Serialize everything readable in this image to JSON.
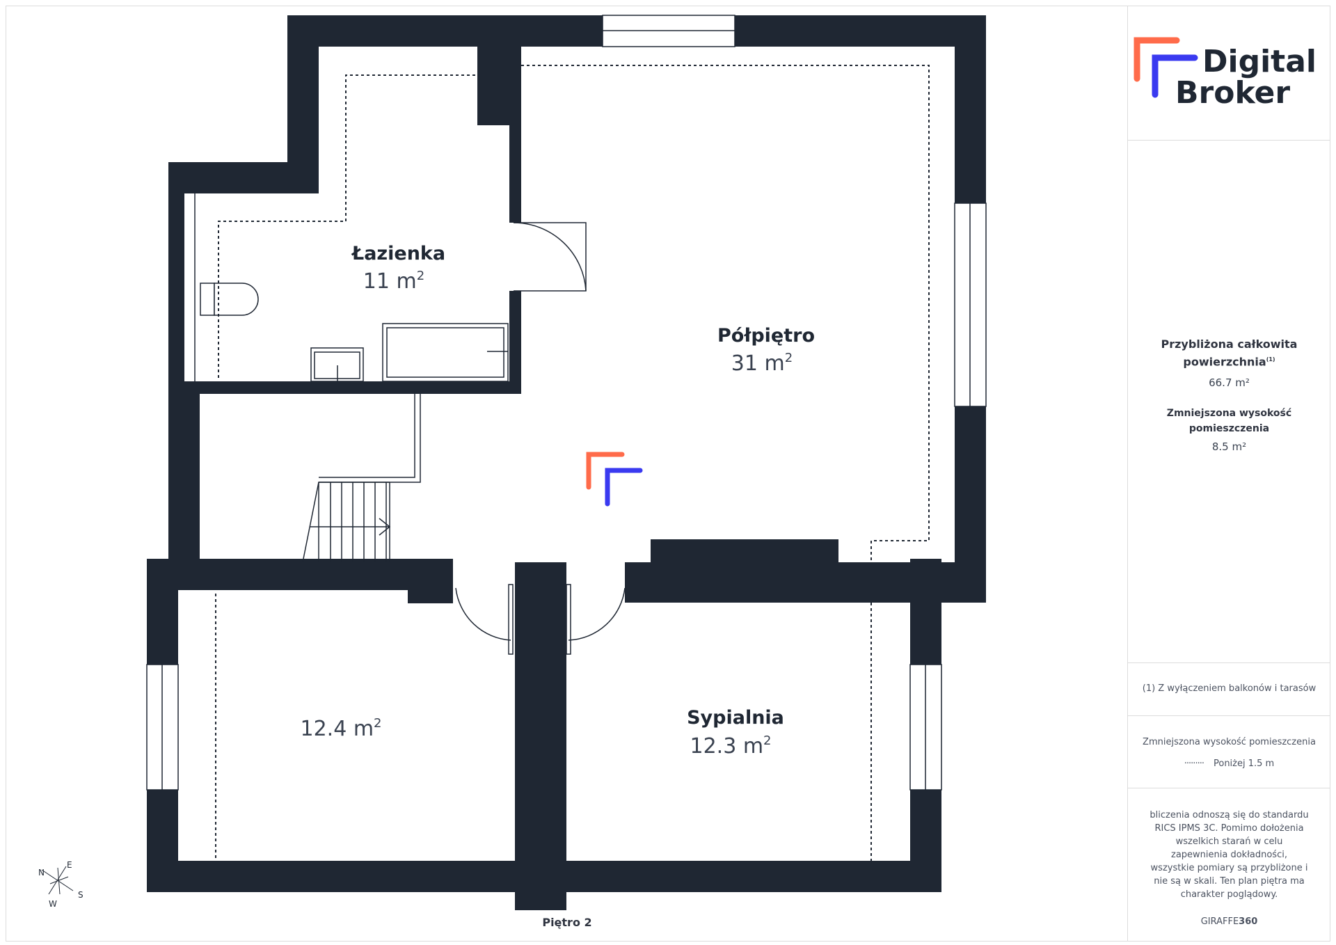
{
  "rooms": [
    {
      "id": "lazienka",
      "name": "Łazienka",
      "area": "11 m",
      "sup": "2"
    },
    {
      "id": "polpietro",
      "name": "Półpiętro",
      "area": "31 m",
      "sup": "2"
    },
    {
      "id": "pokoj",
      "name": "",
      "area": "12.4 m",
      "sup": "2"
    },
    {
      "id": "sypialnia",
      "name": "Sypialnia",
      "area": "12.3 m",
      "sup": "2"
    }
  ],
  "floor_label": "Piętro 2",
  "brand": {
    "line1": "Digital",
    "line2": "Broker",
    "accent_orange": "#ff6b4a",
    "accent_blue": "#3a3af0"
  },
  "wall_color": "#1f2733",
  "sidebar": {
    "total_title_1": "Przybliżona całkowita",
    "total_title_2": "powierzchnia",
    "total_footnote_mark": "(1)",
    "total_value": "66.7 m²",
    "reduced_title": "Zmniejszona wysokość pomieszczenia",
    "reduced_value": "8.5 m²",
    "footnote": "(1) Z wyłączeniem balkonów i tarasów",
    "legend_title": "Zmniejszona wysokość pomieszczenia",
    "legend_line": "·········",
    "legend_text": "Poniżej 1.5 m",
    "disclaimer": "bliczenia odnoszą się do standardu RICS IPMS 3C. Pomimo dołożenia wszelkich starań w celu zapewnienia dokładności, wszystkie pomiary są przybliżone i nie są w skali. Ten plan piętra ma charakter poglądowy.",
    "credit_1": "GIRAFFE",
    "credit_2": "360"
  },
  "compass": {
    "n": "N",
    "e": "E",
    "s": "S",
    "w": "W"
  }
}
